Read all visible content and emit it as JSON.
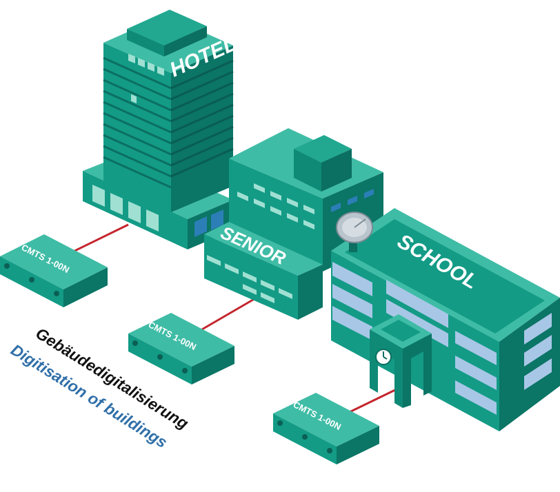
{
  "buildings": {
    "hotel": {
      "sign": "HOTEL"
    },
    "senior": {
      "sign": "SENIOR"
    },
    "school": {
      "sign": "SCHOOL"
    }
  },
  "devices": [
    {
      "label": "CMTS 1-00N"
    },
    {
      "label": "CMTS 1-00N"
    },
    {
      "label": "CMTS 1-00N"
    }
  ],
  "caption": {
    "german": "Gebäudedigitalisierung",
    "english": "Digitisation of buildings"
  },
  "colors": {
    "teal": "#139b86",
    "teal_dark": "#0b7566",
    "teal_light": "#3fbca6",
    "window": "#9fe0d2",
    "blue_window": "#2b7fb6",
    "link_red": "#c4252d",
    "caption_blue": "#2f6fa8"
  }
}
